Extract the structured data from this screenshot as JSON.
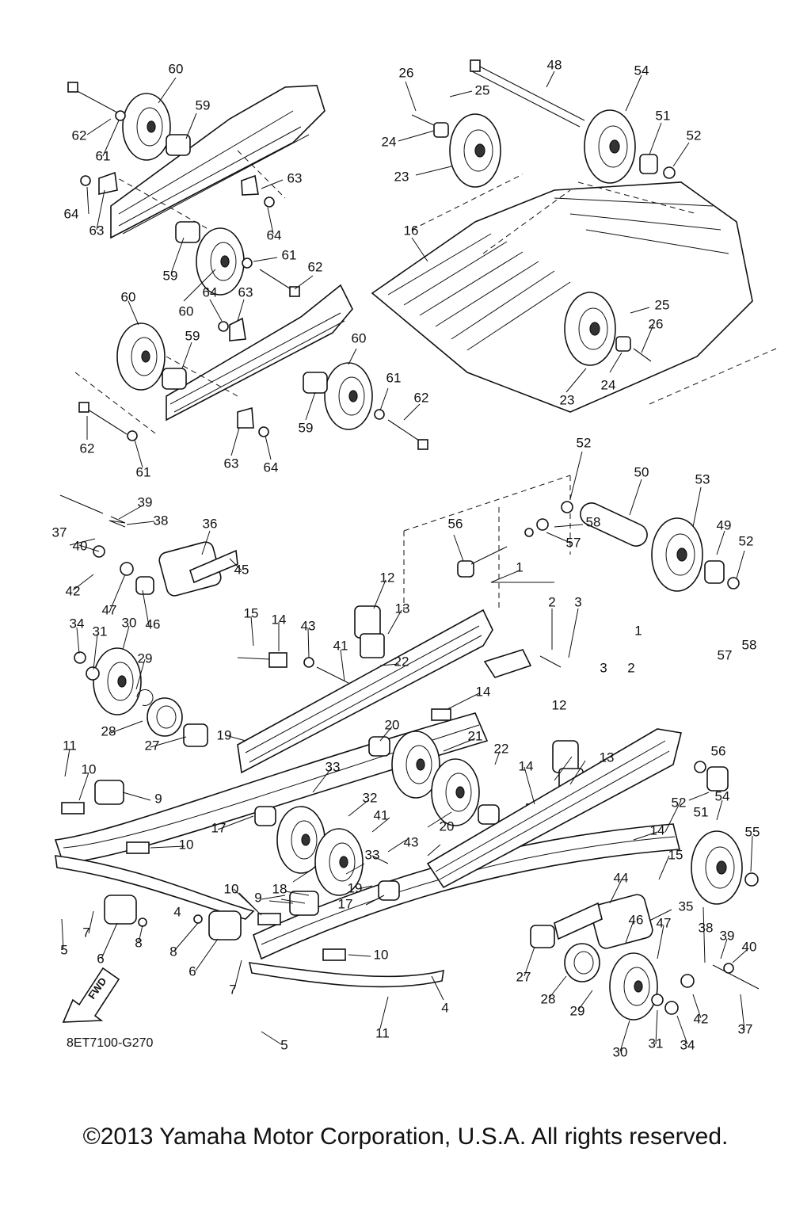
{
  "diagram": {
    "labels": {
      "l1a": "60",
      "l2a": "59",
      "l3a": "62",
      "l4a": "61",
      "l5a": "63",
      "l6a": "64",
      "l7a": "63",
      "l8a": "64",
      "l9a": "59",
      "l10a": "61",
      "l11a": "62",
      "l12a": "60",
      "l13a": "60",
      "l14a": "64",
      "l15a": "63",
      "l16a": "59",
      "l17a": "60",
      "l18a": "61",
      "l19a": "62",
      "l20a": "59",
      "l21a": "62",
      "l22a": "61",
      "l23a": "63",
      "l24a": "64",
      "r1": "26",
      "r2": "25",
      "r3": "48",
      "r4": "54",
      "r5": "51",
      "r6": "52",
      "r7": "24",
      "r8": "23",
      "r9": "16",
      "r10": "25",
      "r11": "26",
      "r12": "24",
      "r13": "23",
      "m1": "52",
      "m2": "50",
      "m3": "53",
      "m4": "56",
      "m5": "58",
      "m6": "57",
      "m7": "49",
      "m8": "52",
      "m9": "1",
      "m10": "2",
      "m11": "3",
      "m12": "12",
      "m13": "13",
      "m14": "22",
      "m15": "14",
      "p1": "37",
      "p2": "39",
      "p3": "38",
      "p4": "40",
      "p5": "36",
      "p6": "42",
      "p7": "45",
      "p8": "47",
      "p9": "46",
      "p10": "34",
      "p11": "31",
      "p12": "30",
      "p13": "29",
      "p14": "15",
      "p15": "14",
      "p16": "43",
      "p17": "41",
      "p18": "28",
      "p19": "27",
      "p20": "19",
      "p21": "20",
      "p22": "21",
      "p23": "22",
      "p24": "11",
      "p25": "10",
      "p26": "9",
      "p27": "33",
      "p28": "32",
      "p29": "17",
      "p30": "10",
      "p31": "18",
      "p32": "41",
      "p33": "43",
      "p34": "20",
      "p35": "33",
      "p36": "19",
      "p37": "17",
      "p38": "14",
      "p39": "12",
      "p40": "13",
      "q1": "1",
      "q2": "3",
      "q3": "2",
      "q4": "57",
      "q5": "58",
      "q6": "56",
      "q7": "52",
      "q8": "54",
      "q9": "51",
      "q10": "55",
      "q11": "14",
      "q12": "15",
      "q13": "44",
      "q14": "35",
      "q15": "46",
      "q16": "47",
      "q17": "38",
      "q18": "39",
      "q19": "40",
      "q20": "27",
      "q21": "28",
      "q22": "29",
      "q23": "42",
      "q24": "37",
      "q25": "30",
      "q26": "31",
      "q27": "34",
      "s1": "4",
      "s2": "7",
      "s3": "5",
      "s4": "6",
      "s5": "8",
      "s6": "8",
      "s7": "6",
      "s8": "7",
      "s9": "10",
      "s10": "9",
      "s11": "10",
      "s12": "4",
      "s13": "11",
      "s14": "5"
    },
    "fwd_label": "FWD",
    "code": "8ET7100-G270",
    "copyright": "©2013 Yamaha Motor Corporation, U.S.A. All rights reserved."
  }
}
